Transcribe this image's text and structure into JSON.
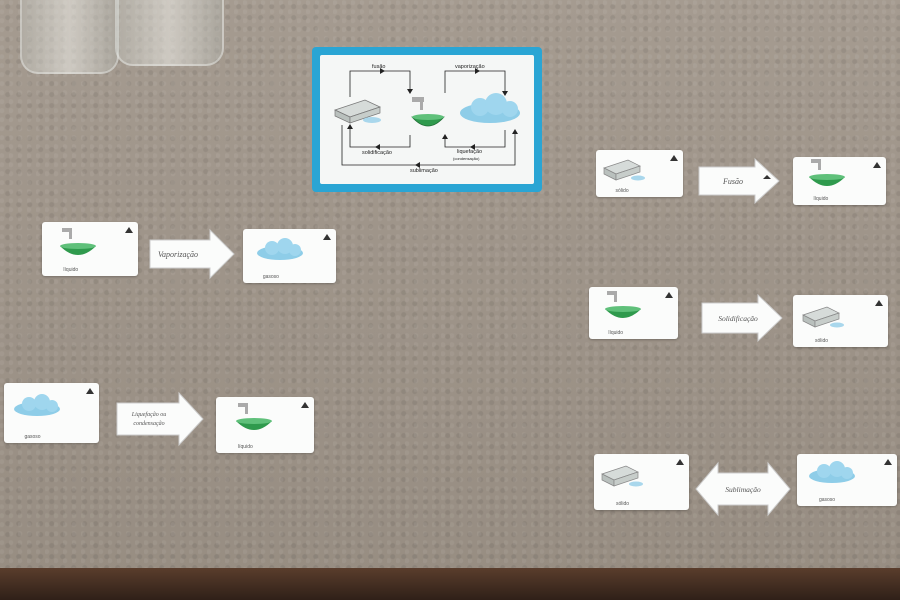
{
  "poster": {
    "labels": {
      "fusao": "fusão",
      "vaporizacao": "vaporização",
      "solidificacao": "solidificação",
      "liquefacao": "liquefação",
      "condensacao": "(condensação)",
      "sublimacao": "sublimação"
    }
  },
  "cards": {
    "liquido": "líquido",
    "gasoso": "gasoso",
    "solido": "sólido"
  },
  "arrows": {
    "vaporizacao": "Vaporização",
    "liquefacao_line1": "Liquefação ou",
    "liquefacao_line2": "condensação",
    "fusao": "Fusão",
    "solidificacao": "Solidificação",
    "sublimacao": "Sublimação"
  },
  "colors": {
    "poster_border": "#2aa5d4",
    "bowl_green": "#2f9a4d",
    "cloud_blue": "#8ecde8",
    "ice_gray": "#c9cfcc"
  }
}
